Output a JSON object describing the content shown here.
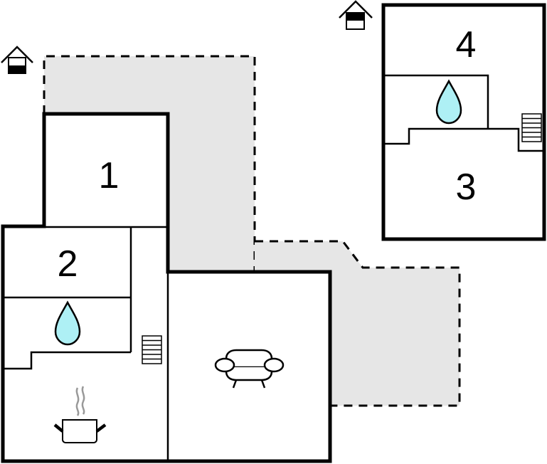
{
  "title": "Floor plan",
  "colors": {
    "wall": "#000000",
    "terrace_fill": "#e6e6e6",
    "water": "#aef0f5",
    "steam": "#999999",
    "background": "#ffffff"
  },
  "buildings": [
    {
      "id": "main-house",
      "rooms": [
        {
          "id": "room-1",
          "label": "1",
          "type": "bedroom"
        },
        {
          "id": "room-2",
          "label": "2",
          "type": "bedroom"
        },
        {
          "id": "bathroom-main",
          "label": "",
          "type": "bathroom",
          "icon": "water-drop-icon"
        },
        {
          "id": "kitchen",
          "label": "",
          "type": "kitchen",
          "icon": "cooking-pot-icon"
        },
        {
          "id": "living-room",
          "label": "",
          "type": "living-room",
          "icon": "sofa-icon"
        },
        {
          "id": "hallway-main",
          "label": "",
          "type": "hallway",
          "icon": "stairs-icon"
        }
      ],
      "entrance_icon": "house-entrance-icon"
    },
    {
      "id": "annex",
      "rooms": [
        {
          "id": "room-4",
          "label": "4",
          "type": "bedroom"
        },
        {
          "id": "room-3",
          "label": "3",
          "type": "bedroom"
        },
        {
          "id": "bathroom-annex",
          "label": "",
          "type": "bathroom",
          "icon": "water-drop-icon"
        },
        {
          "id": "hallway-annex",
          "label": "",
          "type": "hallway",
          "icon": "stairs-icon"
        }
      ],
      "entrance_icon": "house-entrance-icon"
    }
  ],
  "terraces": [
    {
      "id": "terrace-north",
      "style": "dashed"
    },
    {
      "id": "terrace-east",
      "style": "dashed"
    }
  ],
  "labels": {
    "room1": "1",
    "room2": "2",
    "room3": "3",
    "room4": "4"
  }
}
